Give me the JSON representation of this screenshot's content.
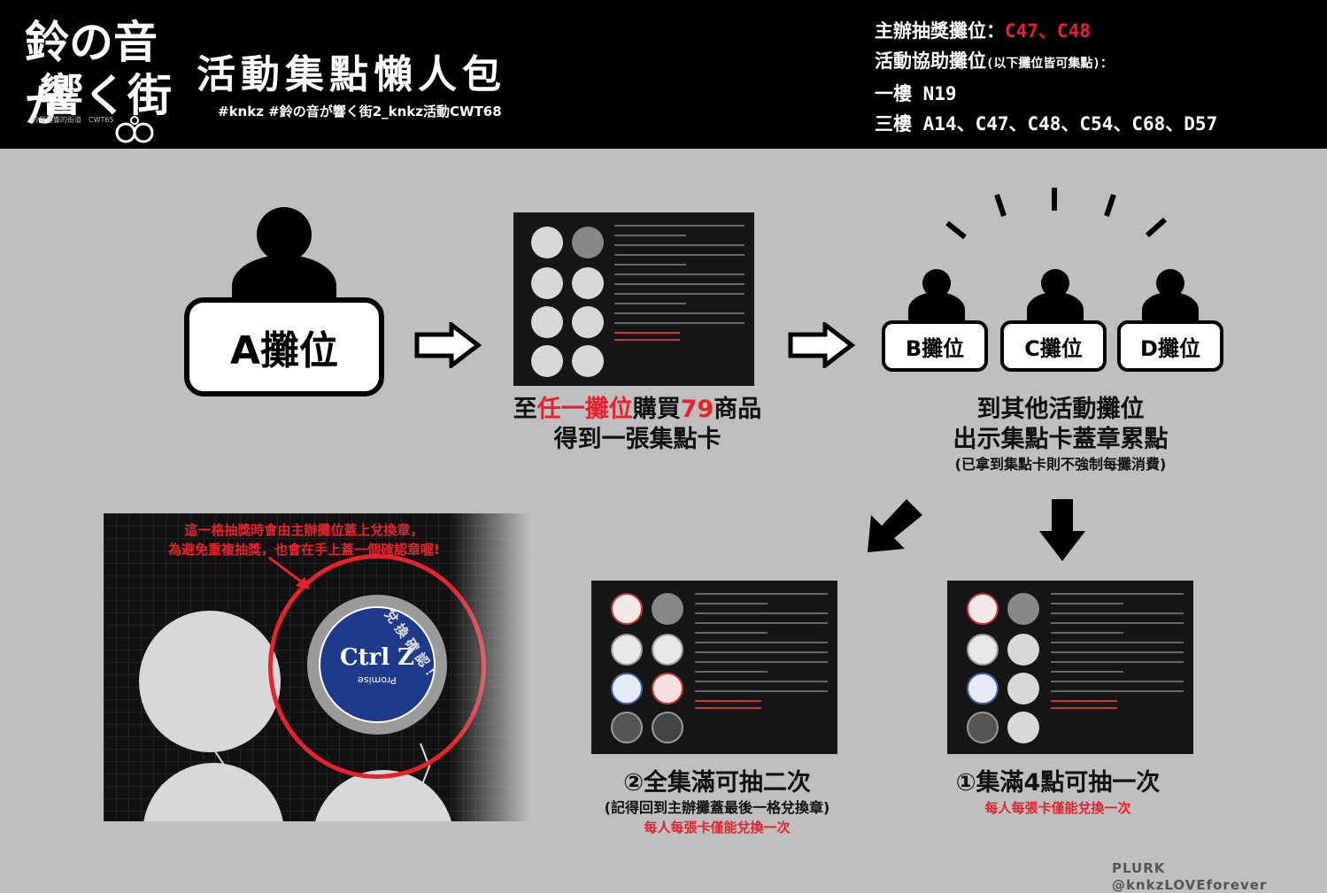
{
  "header": {
    "logo": {
      "line1": "鈴の音が",
      "line2": "響く街",
      "sub": "鈴聲迴響的街道　CWT65"
    },
    "title": "活動集點懶人包",
    "hashtags": "#knkz #鈴の音が響く街2_knkz活動CWT68",
    "booth_info": {
      "main_label": "主辦抽獎攤位：",
      "main_value": "C47、C48",
      "assist_label": "活動協助攤位",
      "assist_note": "(以下攤位皆可集點)：",
      "floor1": "一樓 N19",
      "floor3": "三樓 A14、C47、C48、C54、C68、D57"
    }
  },
  "step1": {
    "booth_label": "A攤位"
  },
  "step2": {
    "caption_prefix": "至",
    "caption_red1": "任一攤位",
    "caption_mid": "購買",
    "caption_red2": "79",
    "caption_suffix": "商品",
    "caption_line2": "得到一張集點卡"
  },
  "step3": {
    "booths": [
      "B攤位",
      "C攤位",
      "D攤位"
    ],
    "caption_line1": "到其他活動攤位",
    "caption_line2": "出示集點卡蓋章累點",
    "caption_note": "(已拿到集點卡則不強制每攤消費)"
  },
  "reward1": {
    "title": "①集滿4點可抽一次",
    "note": "每人每張卡僅能兌換一次"
  },
  "reward2": {
    "title": "②全集滿可抽二次",
    "sub": "(記得回到主辦攤蓋最後一格兌換章)",
    "note": "每人每張卡僅能兌換一次"
  },
  "zoom": {
    "note_line1": "這一格抽獎時會由主辦攤位蓋上兌換章，",
    "note_line2": "為避免重複抽獎，也會在手上蓋一個確認章喔!",
    "stamp_text": "Ctrl Z",
    "stamp_sub": "Promise",
    "ring_text": "兌換確認！"
  },
  "credit": "PLURK　@knkzLOVEforever",
  "colors": {
    "accent_red": "#e8222b",
    "background": "#bfbfbf",
    "header_bg": "#000000",
    "stamp_blue": "#1f3a8a"
  }
}
